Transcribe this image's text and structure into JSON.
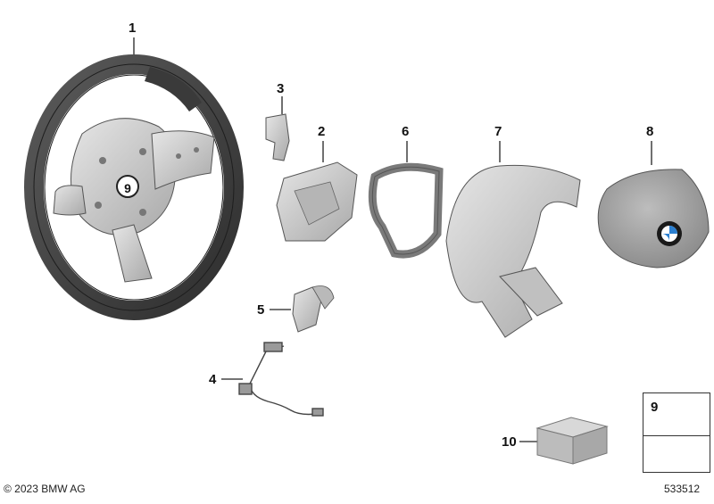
{
  "callouts": {
    "c1": "1",
    "c2": "2",
    "c3": "3",
    "c4": "4",
    "c5": "5",
    "c6": "6",
    "c7": "7",
    "c8": "8",
    "c9_hub": "9",
    "c9_legend": "9",
    "c10": "10"
  },
  "copyright": "© 2023 BMW AG",
  "diagram_number": "533512",
  "colors": {
    "wheel_leather": "#4a4a4a",
    "metal": "#c9c9c9",
    "airbag_gray": "#9a9a9a",
    "line": "#222222"
  }
}
